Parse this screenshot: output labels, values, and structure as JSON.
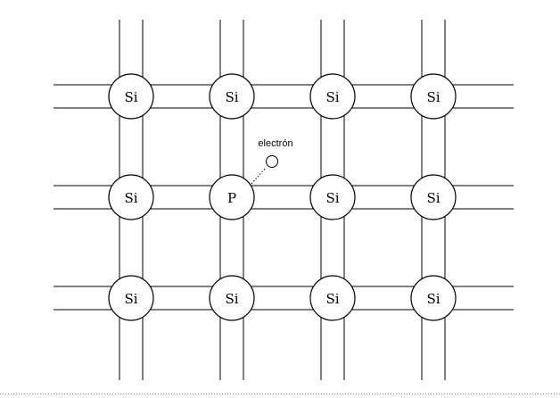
{
  "lattice": {
    "rows": [
      [
        "Si",
        "Si",
        "Si",
        "Si"
      ],
      [
        "Si",
        "P",
        "Si",
        "Si"
      ],
      [
        "Si",
        "Si",
        "Si",
        "Si"
      ]
    ]
  },
  "electron": {
    "label": "electrón"
  }
}
